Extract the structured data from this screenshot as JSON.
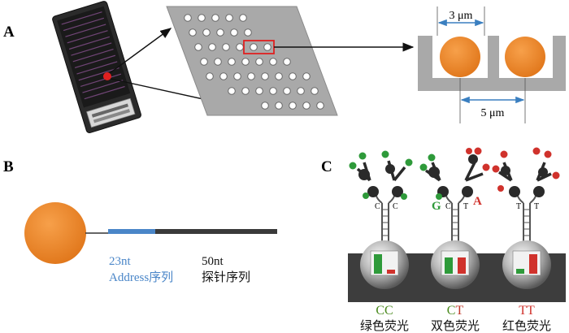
{
  "panels": {
    "a": {
      "label": "A",
      "dim_top": "3 μm",
      "dim_bottom": "5 μm"
    },
    "b": {
      "label": "B",
      "seg1_line1": "23nt",
      "seg1_line2": "Address序列",
      "seg2_line1": "50nt",
      "seg2_line2": "探针序列"
    },
    "c": {
      "label": "C",
      "codes": [
        "CC",
        "CT",
        "TT"
      ],
      "captions": [
        "绿色荧光",
        "双色荧光",
        "红色荧光"
      ],
      "base_g": "G",
      "base_a": "A",
      "base_c": "C",
      "base_t": "T"
    }
  },
  "colors": {
    "bead": "#e8801f",
    "address": "#4a86c8",
    "probe": "#3a3a3a",
    "green": "#2e9a3a",
    "red": "#d0322c",
    "marker": "#e02020",
    "cc_label": "#4a8a1e",
    "ct_label": "#c0392b"
  }
}
